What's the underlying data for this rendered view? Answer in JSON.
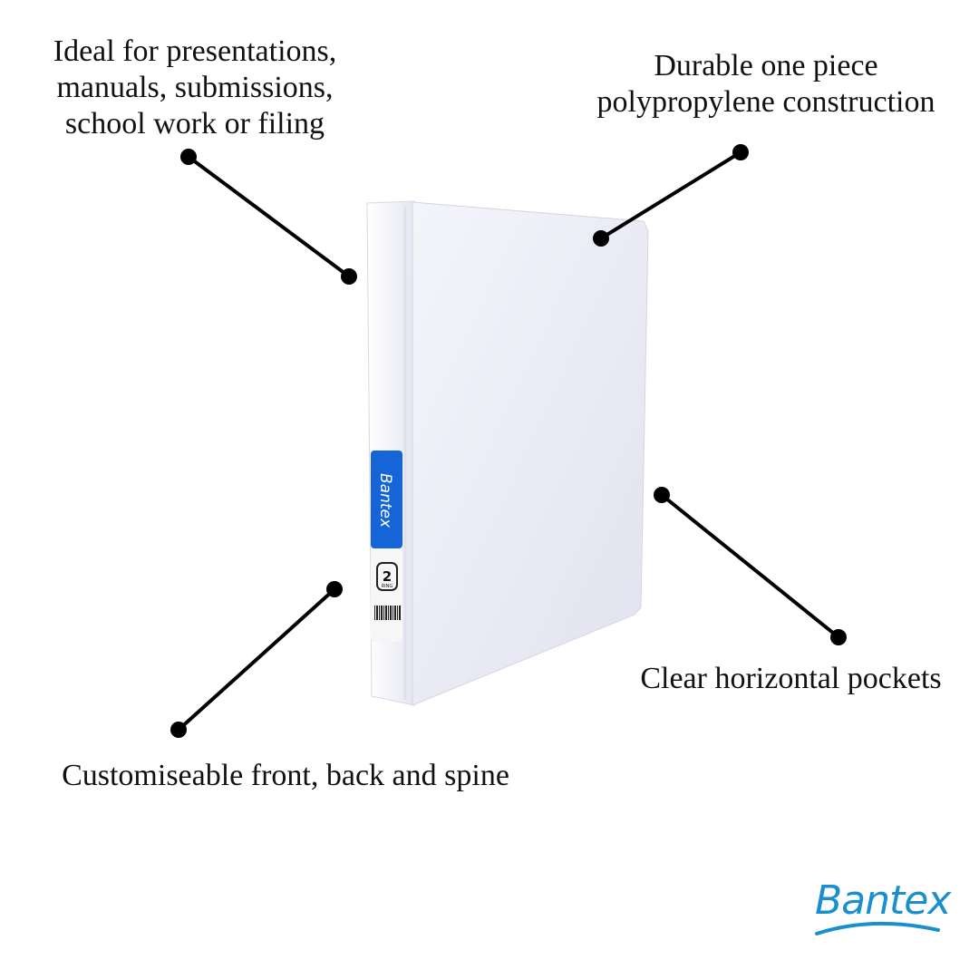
{
  "callouts": {
    "top_left": [
      "Ideal for presentations,",
      "manuals, submissions,",
      "school work or filing"
    ],
    "top_right": [
      "Durable one piece",
      "polypropylene construction"
    ],
    "right": [
      "Clear horizontal pockets"
    ],
    "bottom_left": [
      "Customiseable front, back and spine"
    ]
  },
  "product": {
    "spine_brand": "Bantex",
    "ring_count": "2",
    "ring_label": "RING"
  },
  "brand_logo": "Bantex",
  "colors": {
    "brand_blue": "#1a8fcf",
    "label_blue": "#1565d8"
  }
}
